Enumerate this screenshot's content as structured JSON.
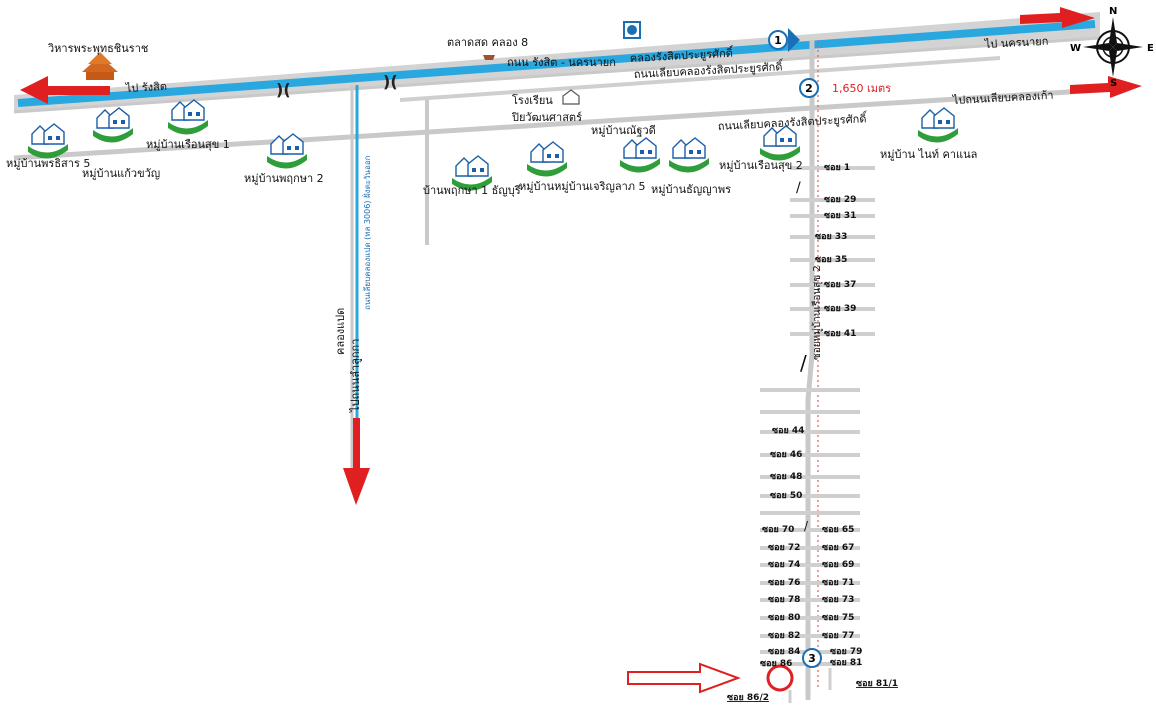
{
  "labels": {
    "temple": "วิหารพระพุทธชินราช",
    "to_rangsit": "ไป รังสิต",
    "market": "ตลาดสด คลอง 8",
    "main_road": "ถนน รังสิต - นครนายก",
    "canal": "คลองรังสิตประยูรศักดิ์",
    "canal_side_road": "ถนนเลียบคลองรังสิตประยูรศักดิ์",
    "to_nakhon_nayok": "ไป นครนายก",
    "distance": "1,650 เมตร",
    "to_khlong_kao": "ไปถนนเลียบคลองเก้า",
    "canal_side_road_2": "ถนนเลียบคลองรังสิตประยูรศักดิ์",
    "school_line1": "โรงเรียน",
    "school_line2": "ปิยวัฒนศาสตร์",
    "khlong_paet": "คลองแปด",
    "khlong_paet_road": "ถนนเลียบคลองแปด (ทล 3006) ฝั่งตะวันออก",
    "to_lam_luk_ka": "ไปถนนลำลูกกา",
    "soi_ruen_suk_2": "ซอยหมู่บ้านเรือนสุข 2"
  },
  "compass": {
    "n": "N",
    "s": "S",
    "e": "E",
    "w": "W"
  },
  "markers": [
    "1",
    "2",
    "3"
  ],
  "villages": [
    "หมู่บ้านพรธิสาร 5",
    "หมู่บ้านแก้วขวัญ",
    "หมู่บ้านเรือนสุข 1",
    "หมู่บ้านพฤกษา 2",
    "บ้านพฤกษา 1 ธัญบุรี",
    "หมู่บ้านหมู่บ้านเจริญลาภ 5",
    "หมู่บ้านณัฐวดี",
    "หมู่บ้านธัญญาพร",
    "หมู่บ้านเรือนสุข 2",
    "หมู่บ้าน ไนท์ คาแนล"
  ],
  "sois_right_upper": [
    "ซอย 1",
    "ซอย 29",
    "ซอย 31",
    "ซอย 33",
    "ซอย 35",
    "ซอย 37",
    "ซอย 39",
    "ซอย 41"
  ],
  "sois_left_lower": [
    "ซอย 44",
    "ซอย 46",
    "ซอย 48",
    "ซอย 50",
    "ซอย 70",
    "ซอย 72",
    "ซอย 74",
    "ซอย 76",
    "ซอย 78",
    "ซอย 80",
    "ซอย 82",
    "ซอย 84",
    "ซอย 86"
  ],
  "sois_right_lower": [
    "ซอย 65",
    "ซอย 67",
    "ซอย 69",
    "ซอย 71",
    "ซอย 73",
    "ซอย 75",
    "ซอย 77",
    "ซอย 79",
    "ซอย 81"
  ],
  "soi_bottom_left": "ซอย 86/2",
  "soi_bottom_right": "ซอย 81/1",
  "colors": {
    "canal": "#29a8e0",
    "road": "#c9c9c9",
    "arrow": "#e02020",
    "house": "#2f9e3a",
    "marker": "#1b6fb5"
  },
  "icons": [
    "temple-icon",
    "house-icon",
    "compass-icon",
    "market-icon",
    "school-icon",
    "sign-icon"
  ]
}
